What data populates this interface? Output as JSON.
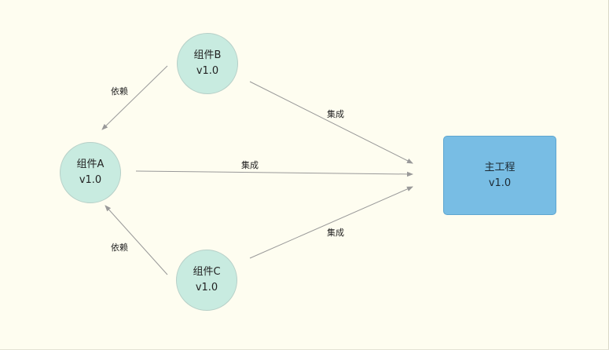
{
  "nodes": {
    "a": {
      "name": "组件A",
      "version": "v1.0"
    },
    "b": {
      "name": "组件B",
      "version": "v1.0"
    },
    "c": {
      "name": "组件C",
      "version": "v1.0"
    },
    "main": {
      "name": "主工程",
      "version": "v1.0"
    }
  },
  "edges": {
    "b_to_a": "依赖",
    "c_to_a": "依赖",
    "b_to_main": "集成",
    "a_to_main": "集成",
    "c_to_main": "集成"
  },
  "colors": {
    "background": "#fefdf0",
    "component_fill": "#c8ebe0",
    "main_fill": "#78bde4",
    "edge": "#999999"
  }
}
